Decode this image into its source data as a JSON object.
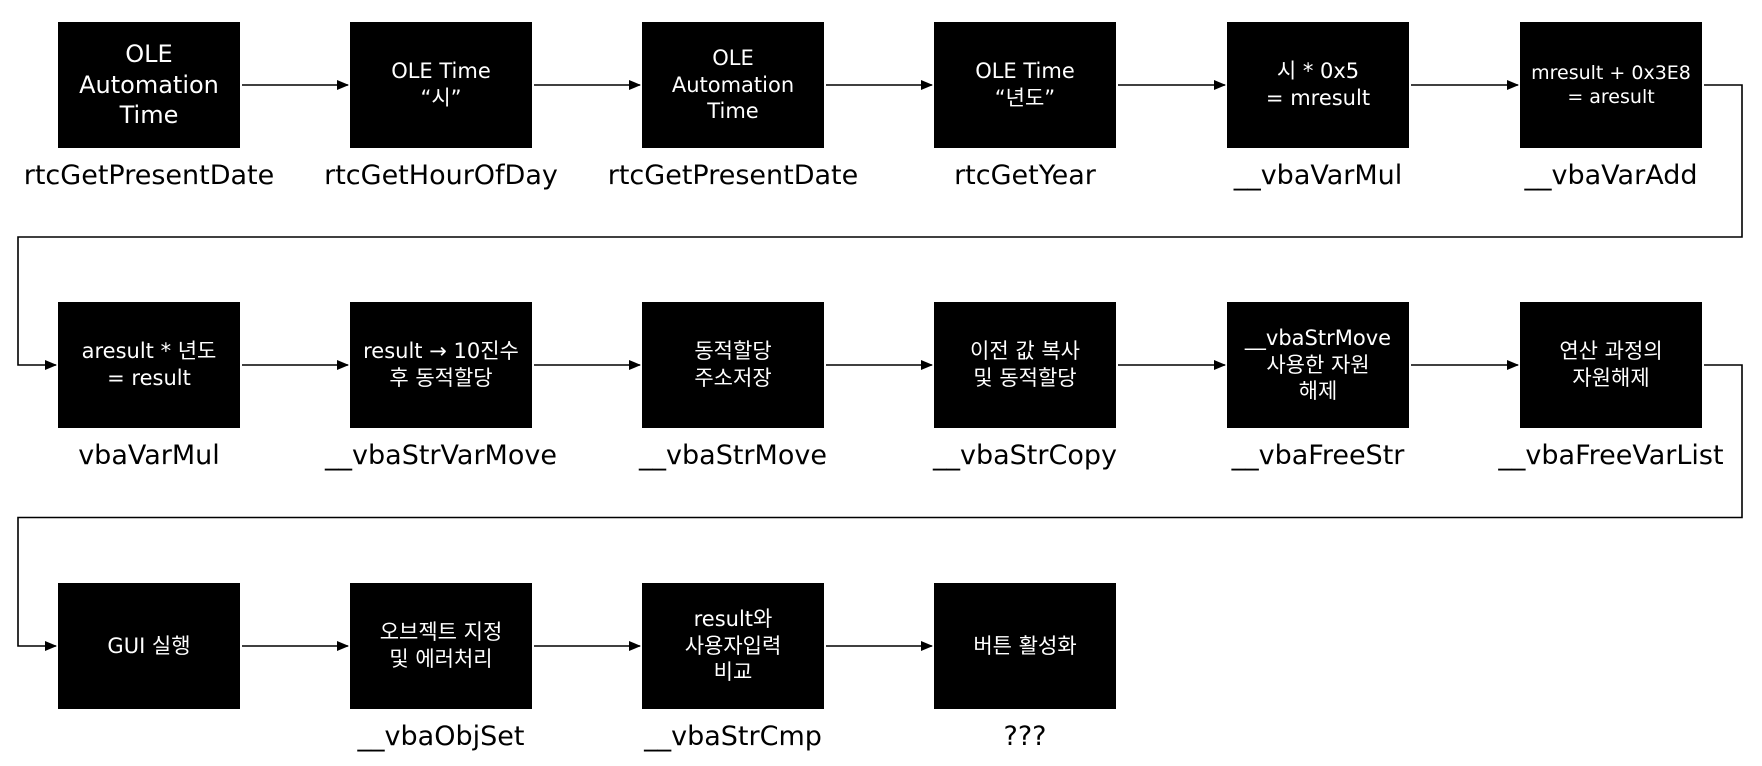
{
  "rows": [
    [
      {
        "text": "OLE\nAutomation\nTime",
        "size": "l",
        "caption": "rtcGetPresentDate"
      },
      {
        "text": "OLE Time\n“시”",
        "size": "m",
        "caption": "rtcGetHourOfDay"
      },
      {
        "text": "OLE\nAutomation\nTime",
        "size": "m",
        "caption": "rtcGetPresentDate"
      },
      {
        "text": "OLE Time\n“년도”",
        "size": "m",
        "caption": "rtcGetYear"
      },
      {
        "text": "시 * 0x5\n= mresult",
        "size": "m",
        "caption": "__vbaVarMul"
      },
      {
        "text": "mresult + 0x3E8\n= aresult",
        "size": "s",
        "caption": "__vbaVarAdd"
      }
    ],
    [
      {
        "text": "aresult * 년도\n= result",
        "size": "m",
        "caption": "vbaVarMul"
      },
      {
        "text": "result → 10진수\n후 동적할당",
        "size": "m",
        "caption": "__vbaStrVarMove"
      },
      {
        "text": "동적할당\n주소저장",
        "size": "m",
        "caption": "__vbaStrMove"
      },
      {
        "text": "이전 값 복사\n및 동적할당",
        "size": "m",
        "caption": "__vbaStrCopy"
      },
      {
        "text": "__vbaStrMove\n사용한 자원\n해제",
        "size": "m",
        "caption": "__vbaFreeStr"
      },
      {
        "text": "연산 과정의\n자원해제",
        "size": "m",
        "caption": "__vbaFreeVarList"
      }
    ],
    [
      {
        "text": "GUI 실행",
        "size": "m",
        "caption": ""
      },
      {
        "text": "오브젝트 지정\n및 에러처리",
        "size": "m",
        "caption": "__vbaObjSet"
      },
      {
        "text": "result와\n사용자입력\n비교",
        "size": "m",
        "caption": "__vbaStrCmp"
      },
      {
        "text": "버튼 활성화",
        "size": "m",
        "caption": "???"
      }
    ]
  ],
  "colors": {
    "box": "#000000",
    "box_text": "#ffffff",
    "line": "#000000"
  }
}
